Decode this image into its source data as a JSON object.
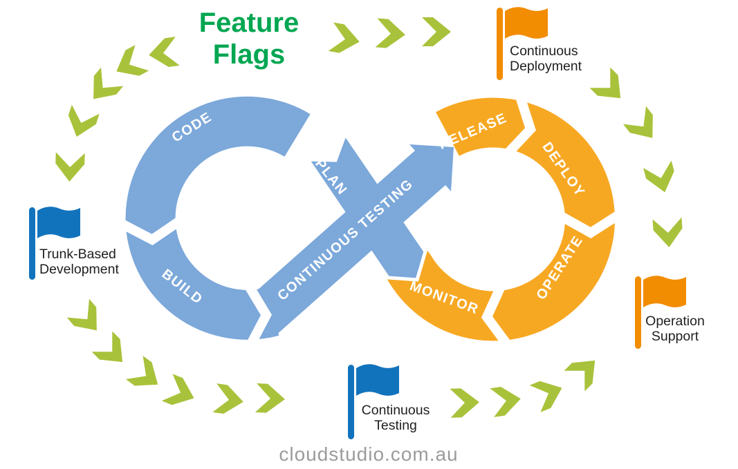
{
  "title": {
    "line1": "Feature",
    "line2": "Flags"
  },
  "watermark": "cloudstudio.com.au",
  "loop": {
    "blue": {
      "code": "CODE",
      "plan": "PLAN",
      "build": "BUILD",
      "continuous_testing": "CONTINUOUS TESTING"
    },
    "orange": {
      "release": "RELEASE",
      "deploy": "DEPLOY",
      "operate": "OPERATE",
      "monitor": "MONITOR"
    }
  },
  "flags": [
    {
      "label_line1": "Continuous",
      "label_line2": "Deployment",
      "color": "#F28C00"
    },
    {
      "label_line1": "Trunk-Based",
      "label_line2": "Development",
      "color": "#1273BD"
    },
    {
      "label_line1": "Operation",
      "label_line2": "Support",
      "color": "#F28C00"
    },
    {
      "label_line1": "Continuous",
      "label_line2": "Testing",
      "color": "#1273BD"
    }
  ],
  "colors": {
    "loop_blue": "#7CA8DA",
    "loop_orange": "#F7A823",
    "flag_blue": "#1273BD",
    "flag_orange": "#F28C00",
    "chevron_green": "#A9C23B",
    "title_green": "#00A651",
    "text_dark": "#1F1F1F",
    "watermark_gray": "#9B9B9B"
  },
  "icons": {
    "flag": "flag-icon",
    "chevron": "chevron-arrow-icon"
  }
}
